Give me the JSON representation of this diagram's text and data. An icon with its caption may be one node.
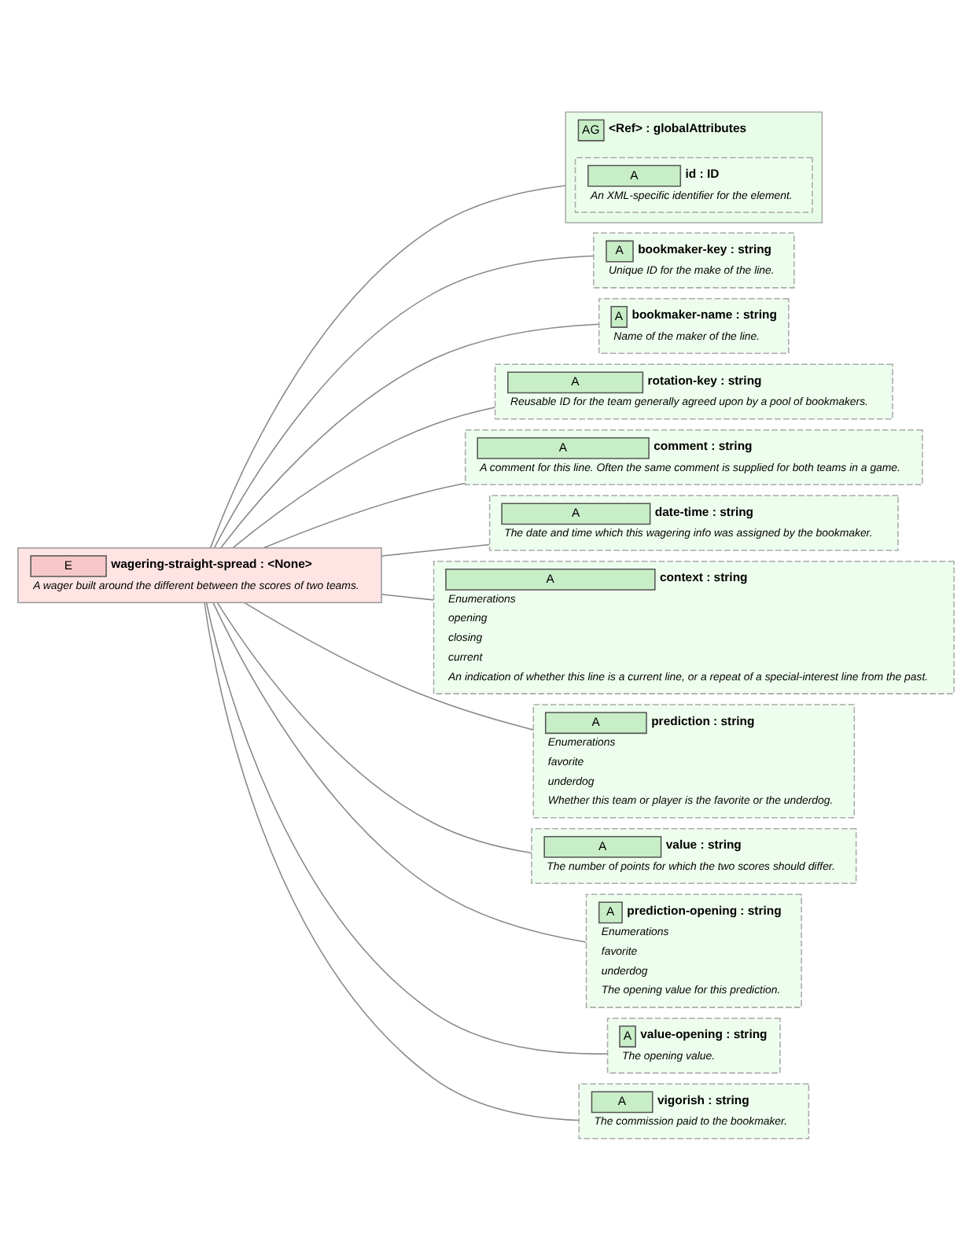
{
  "diagram": {
    "nodes": [
      {
        "text": [
          "E",
          "wagering-straight-spread : <None>",
          "A wager built around the different between the scores of two teams."
        ]
      },
      {
        "text": [
          "AG",
          "<Ref> : globalAttributes"
        ]
      },
      {
        "text": [
          "A",
          "id : ID",
          "An XML-specific identifier for the element."
        ],
        "in": 1
      },
      {
        "text": [
          "A",
          "bookmaker-key : string",
          "Unique ID for the make of the line."
        ]
      },
      {
        "text": [
          "A",
          "bookmaker-name : string",
          "Name of the maker of the line."
        ]
      },
      {
        "text": [
          "A",
          "rotation-key : string",
          "Reusable ID for the team generally agreed upon by a pool of bookmakers."
        ]
      },
      {
        "text": [
          "A",
          "comment : string",
          "A comment for this line. Often the same comment is supplied for both teams in a game."
        ]
      },
      {
        "text": [
          "A",
          "date-time : string",
          "The date and time which this wagering info was assigned by the bookmaker."
        ]
      },
      {
        "text": [
          "A",
          "context : string",
          "Enumerations",
          "opening",
          "closing",
          "current",
          "An indication of whether this line is a current line, or a repeat of a special-interest line from the past."
        ]
      },
      {
        "text": [
          "A",
          "prediction : string",
          "Enumerations",
          "favorite",
          "underdog",
          "Whether this team or player is the favorite or the underdog."
        ]
      },
      {
        "text": [
          "A",
          "value : string",
          "The number of points for which the two scores should differ."
        ]
      },
      {
        "text": [
          "A",
          "prediction-opening : string",
          "Enumerations",
          "favorite",
          "underdog",
          "The opening value for this prediction."
        ]
      },
      {
        "text": [
          "A",
          "value-opening : string",
          "The opening value."
        ]
      },
      {
        "text": [
          "A",
          "vigorish : string",
          "The commission paid to the bookmaker."
        ]
      }
    ],
    "edges": [
      {
        "from": 0,
        "to": 1,
        "arrow": "none"
      },
      {
        "from": 0,
        "to": 3,
        "arrow": "none"
      },
      {
        "from": 0,
        "to": 4,
        "arrow": "none"
      },
      {
        "from": 0,
        "to": 5,
        "arrow": "none"
      },
      {
        "from": 0,
        "to": 6,
        "arrow": "none"
      },
      {
        "from": 0,
        "to": 7,
        "arrow": "none"
      },
      {
        "from": 0,
        "to": 8,
        "arrow": "none"
      },
      {
        "from": 0,
        "to": 9,
        "arrow": "none"
      },
      {
        "from": 0,
        "to": 10,
        "arrow": "none"
      },
      {
        "from": 0,
        "to": 11,
        "arrow": "none"
      },
      {
        "from": 0,
        "to": 12,
        "arrow": "none"
      },
      {
        "from": 0,
        "to": 13,
        "arrow": "none"
      }
    ]
  }
}
